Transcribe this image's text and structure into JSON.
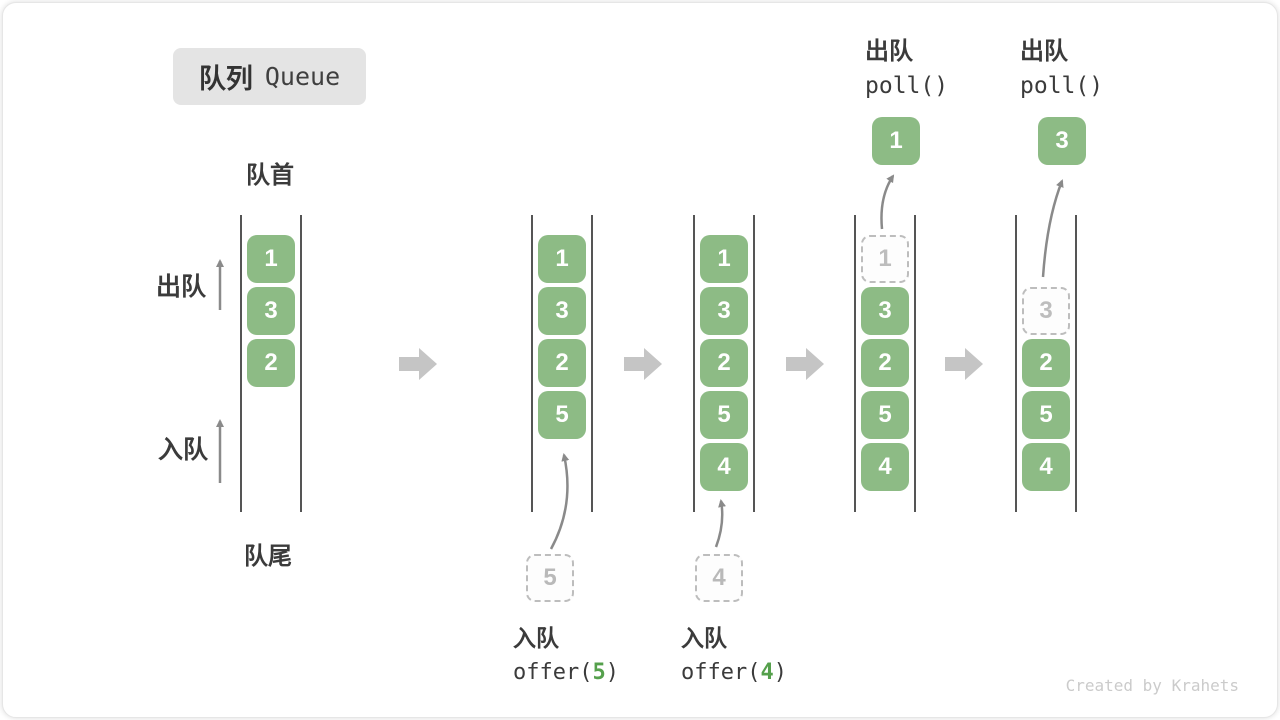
{
  "badge": {
    "cn": "队列",
    "en": "Queue"
  },
  "labels": {
    "front": "队首",
    "rear": "队尾",
    "dequeue_side": "出队",
    "enqueue_side": "入队"
  },
  "col1": {
    "slots": [
      "1",
      "3",
      "2"
    ]
  },
  "col2": {
    "slots": [
      "1",
      "3",
      "2",
      "5"
    ],
    "pending": "5",
    "caption": {
      "op": "入队",
      "fn_pre": "offer(",
      "arg": "5",
      "fn_post": ")"
    }
  },
  "col3": {
    "slots": [
      "1",
      "3",
      "2",
      "5",
      "4"
    ],
    "pending": "4",
    "caption": {
      "op": "入队",
      "fn_pre": "offer(",
      "arg": "4",
      "fn_post": ")"
    }
  },
  "col4": {
    "ghost": "1",
    "slots": [
      "3",
      "2",
      "5",
      "4"
    ],
    "popped": "1",
    "header": {
      "op": "出队",
      "fn": "poll()"
    }
  },
  "col5": {
    "ghost": "3",
    "slots": [
      "2",
      "5",
      "4"
    ],
    "popped": "3",
    "header": {
      "op": "出队",
      "fn": "poll()"
    }
  },
  "watermark": "Created by Krahets",
  "colors": {
    "item_green": "#8dbb85",
    "code_green": "#55a04c",
    "thin_arrow_gray": "#8a8a8a",
    "block_arrow_gray": "#c5c5c5",
    "ghost_gray": "#bdbdbd",
    "badge_bg": "#e4e4e4",
    "wall_gray": "#555555"
  }
}
